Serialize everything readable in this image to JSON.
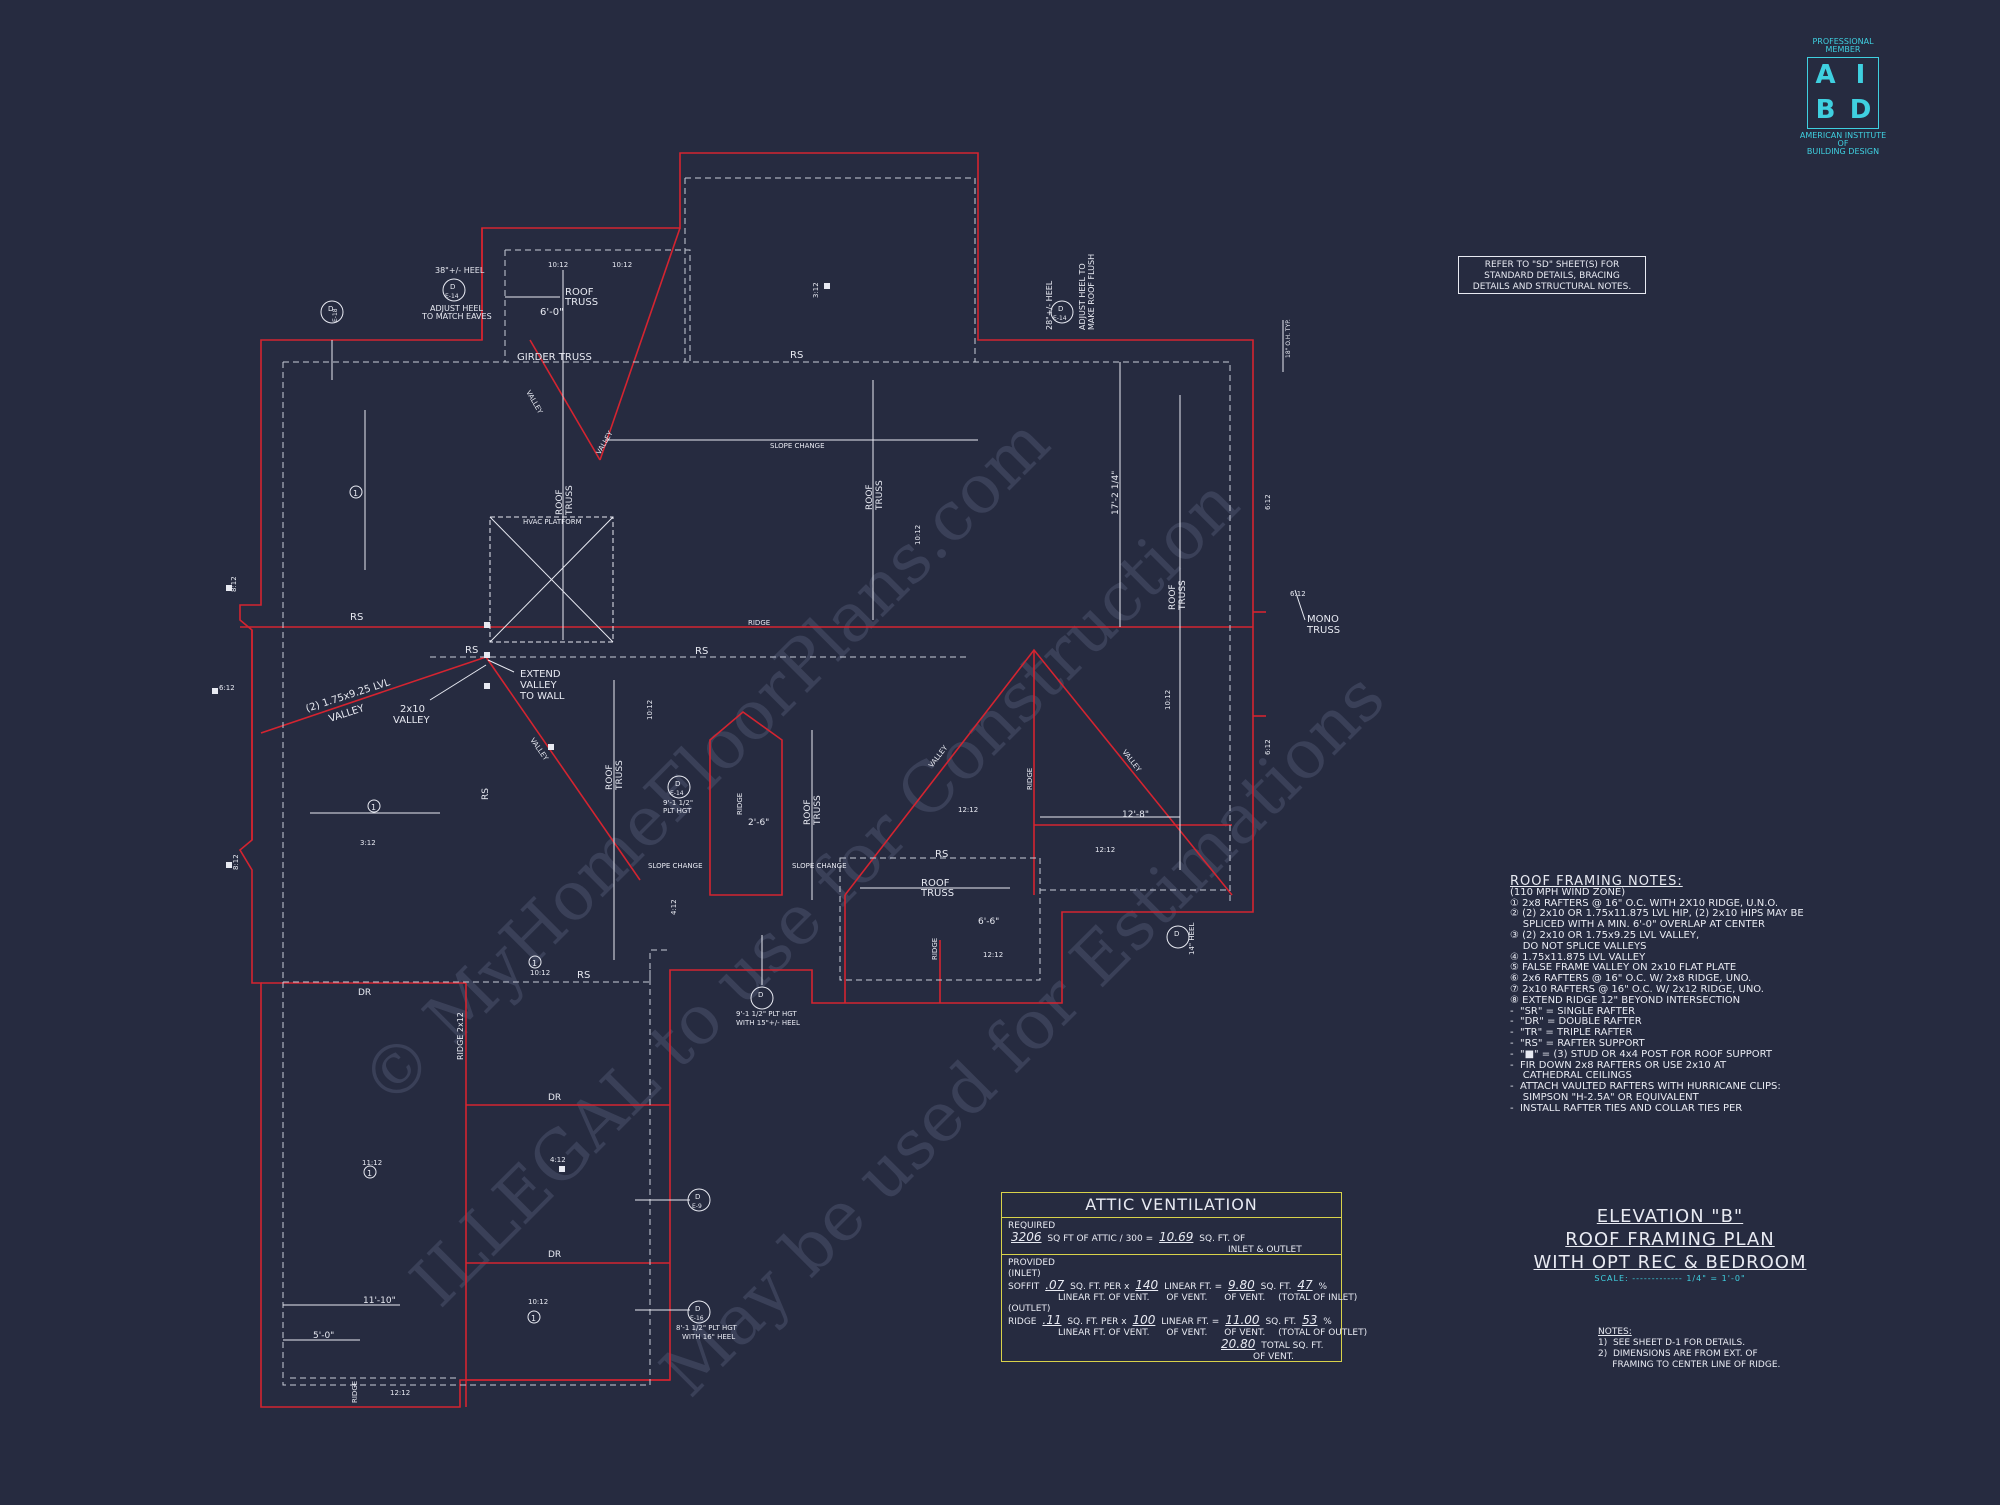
{
  "watermark": {
    "line1": "© MyHomeFloorPlans.com",
    "line2": "ILLEGAL to use for Construction",
    "line3": "May be used for Estimations"
  },
  "logo": {
    "top1": "PROFESSIONAL",
    "top2": "MEMBER",
    "letters": [
      "A",
      "I",
      "B",
      "D"
    ],
    "bottom1": "AMERICAN INSTITUTE",
    "bottom2": "OF",
    "bottom3": "BUILDING DESIGN"
  },
  "ref_note": [
    "REFER TO \"SD\" SHEET(S) FOR",
    "STANDARD DETAILS, BRACING",
    "DETAILS AND STRUCTURAL NOTES."
  ],
  "plan_labels": {
    "heel_top_left": "38\"+/- HEEL",
    "adjust_heel": "ADJUST HEEL",
    "match_eaves": "TO MATCH EAVES",
    "heel_top_right": "28\"+/- HEEL",
    "adjust_heel_right": "ADJUST HEEL TO",
    "make_roof_flush": "MAKE ROOF FLUSH",
    "roof_truss": "ROOF",
    "truss": "TRUSS",
    "six_zero": "6'-0\"",
    "girder_truss": "GIRDER TRUSS",
    "rs": "RS",
    "ridge": "RIDGE",
    "slope_change": "SLOPE CHANGE",
    "valley": "VALLEY",
    "hvac": "HVAC PLATFORM",
    "seventeen": "17'-2 1/4\"",
    "mono": "MONO",
    "extend": "EXTEND",
    "valley_to": "VALLEY",
    "to_wall": "TO WALL",
    "lvl_valley_1": "(2) 1.75x9.25 LVL",
    "lvl_valley_2": "VALLEY",
    "twoxten": "2x10",
    "dr": "DR",
    "twelve_eight": "12'-8\"",
    "six_six": "6'-6\"",
    "two_six": "2'-6\"",
    "eleven_ten": "11'-10\"",
    "five_zero": "5'-0\"",
    "plt_hgt_1": "9'-1 1/2\" PLT HGT",
    "plt_hgt_2": "WITH 15\"+/- HEEL",
    "plt_hgt_3": "8'-1 1/2\" PLT HGT",
    "plt_hgt_4": "WITH 16\" HEEL",
    "plt_hgt_5": "9'-1 1/2\"",
    "plt_hgt_6": "PLT HGT",
    "ridge_2x12": "RIDGE 2x12",
    "pitch_1012": "10:12",
    "pitch_312": "3:12",
    "pitch_412": "4:12",
    "pitch_812": "8:12",
    "pitch_612": "6:12",
    "pitch_1212": "12:12",
    "pitch_1112": "11:12",
    "heel_14": "14\" HEEL",
    "oh_typ": "18\" O.H. TYP.",
    "detail_d": "D",
    "detail_e14": "E-14",
    "detail_e9": "E-9",
    "detail_e16": "E-16",
    "detail_e18": "E-18",
    "one": "1"
  },
  "framing_notes": {
    "title": "ROOF FRAMING NOTES:",
    "lines": [
      "(110 MPH WIND ZONE)",
      "① 2x8 RAFTERS @ 16\" O.C. WITH 2X10 RIDGE, U.N.O.",
      "② (2) 2x10 OR 1.75x11.875 LVL HIP, (2) 2x10 HIPS MAY BE",
      "    SPLICED WITH A MIN. 6'-0\" OVERLAP AT CENTER",
      "③ (2) 2x10 OR 1.75x9.25 LVL VALLEY,",
      "    DO NOT SPLICE VALLEYS",
      "④ 1.75x11.875 LVL VALLEY",
      "⑤ FALSE FRAME VALLEY ON 2x10 FLAT PLATE",
      "⑥ 2x6 RAFTERS @ 16\" O.C. W/ 2x8 RIDGE, UNO.",
      "⑦ 2x10 RAFTERS @ 16\" O.C. W/ 2x12 RIDGE, UNO.",
      "⑧ EXTEND RIDGE 12\" BEYOND INTERSECTION",
      "-  \"SR\" = SINGLE RAFTER",
      "-  \"DR\" = DOUBLE RAFTER",
      "-  \"TR\" = TRIPLE RAFTER",
      "-  \"RS\" = RAFTER SUPPORT",
      "-  \"■\" = (3) STUD OR 4x4 POST FOR ROOF SUPPORT",
      "-  FIR DOWN 2x8 RAFTERS OR USE 2x10 AT",
      "    CATHEDRAL CEILINGS",
      "-  ATTACH VAULTED RAFTERS WITH HURRICANE CLIPS:",
      "    SIMPSON \"H-2.5A\" OR EQUIVALENT",
      "-  INSTALL RAFTER TIES AND COLLAR TIES PER"
    ]
  },
  "attic_ventilation": {
    "title": "ATTIC VENTILATION",
    "required_label": "REQUIRED",
    "req_sqft": "3206",
    "req_text1": "SQ FT OF ATTIC / 300 =",
    "req_result": "10.69",
    "req_text2": "SQ. FT. OF",
    "req_text3": "INLET & OUTLET",
    "provided_label": "PROVIDED",
    "inlet_label": "(INLET)",
    "soffit_label": "SOFFIT",
    "soffit_rate": ".07",
    "soffit_len": "140",
    "soffit_total": "9.80",
    "soffit_pct": "47",
    "outlet_label": "(OUTLET)",
    "ridge_label": "RIDGE",
    "ridge_rate": ".11",
    "ridge_len": "100",
    "ridge_total": "11.00",
    "ridge_pct": "53",
    "per_text": "SQ. FT. PER x",
    "lin_vent": "LINEAR FT. OF VENT.",
    "lin_ft": "LINEAR FT. =",
    "of_vent": "OF VENT.",
    "sqft": "SQ. FT.",
    "pct": "%",
    "total_of_inlet": "(TOTAL OF INLET)",
    "total_of_outlet": "(TOTAL OF OUTLET)",
    "grand_total": "20.80",
    "total_text": "TOTAL SQ. FT.",
    "of_vent2": "OF VENT."
  },
  "sheet_title": {
    "line1": "ELEVATION \"B\"",
    "line2": "ROOF FRAMING PLAN",
    "line3": "WITH OPT REC & BEDROOM",
    "scale": "SCALE: ------------- 1/4\" = 1'-0\""
  },
  "general_notes": {
    "title": "NOTES:",
    "lines": [
      "1)  SEE SHEET D-1 FOR DETAILS.",
      "2)  DIMENSIONS ARE FROM EXT. OF",
      "     FRAMING TO CENTER LINE OF RIDGE."
    ]
  },
  "colors": {
    "background": "#262b40",
    "roof_line": "#d42430",
    "linework": "#e8eaf2",
    "logo": "#3fd0e0",
    "vent_border": "#d8d24a"
  }
}
